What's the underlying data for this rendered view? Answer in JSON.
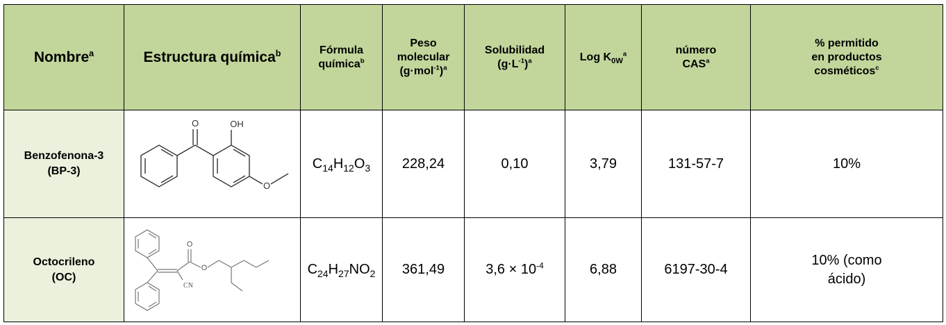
{
  "headers": {
    "nombre": "Nombre",
    "nombre_note": "a",
    "estructura": "Estructura química",
    "estructura_note": "b",
    "formula_line1": "Fórmula",
    "formula_line2": "química",
    "formula_note": "b",
    "peso_line1": "Peso",
    "peso_line2": "molecular",
    "peso_unit_pre": "(g·mol",
    "peso_unit_exp": "-1",
    "peso_unit_post": ")",
    "peso_note": "a",
    "sol_line1": "Solubilidad",
    "sol_unit_pre": "(g·L",
    "sol_unit_exp": "-1",
    "sol_unit_post": ")",
    "sol_note": "a",
    "logk_pre": "Log K",
    "logk_sub": "0W",
    "logk_note": "a",
    "cas_line1": "número",
    "cas_line2": "CAS",
    "cas_note": "a",
    "perm_line1": "% permitido",
    "perm_line2": "en productos",
    "perm_line3": "cosméticos",
    "perm_note": "c"
  },
  "rows": [
    {
      "name_line1": "Benzofenona-3",
      "name_line2": "(BP-3)",
      "formula": {
        "C": "C",
        "C_n": "14",
        "H": "H",
        "H_n": "12",
        "O": "O",
        "O_n": "3"
      },
      "peso": "228,24",
      "solubilidad": "0,10",
      "logk": "3,79",
      "cas": "131-57-7",
      "permitido": "10%",
      "structure_labels": {
        "o": "O",
        "oh": "OH",
        "ome": "O"
      }
    },
    {
      "name_line1": "Octocrileno",
      "name_line2": "(OC)",
      "formula": {
        "C": "C",
        "C_n": "24",
        "H": "H",
        "H_n": "27",
        "N": "NO",
        "O_n": "2"
      },
      "peso": "361,49",
      "solubilidad_base": "3,6 × 10",
      "solubilidad_exp": "-4",
      "logk": "6,88",
      "cas": "6197-30-4",
      "permitido_line1": "10% (como",
      "permitido_line2": "ácido)",
      "structure_labels": {
        "o1": "O",
        "o2": "O",
        "cn": "CN"
      }
    }
  ]
}
